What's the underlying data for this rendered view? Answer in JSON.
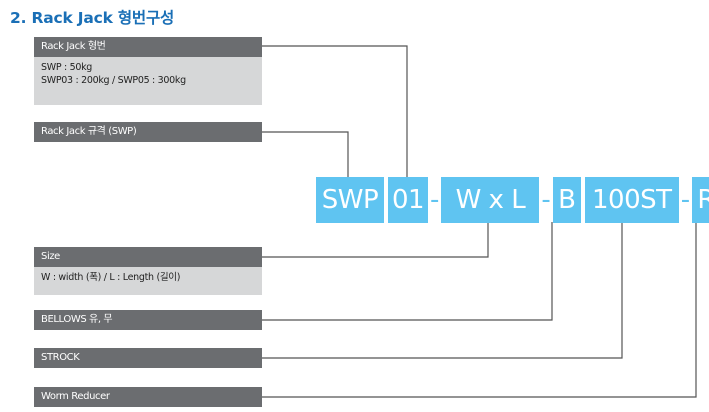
{
  "title": "2. Rack Jack 형번구성",
  "boxes": {
    "model": {
      "header": "Rack Jack 형번",
      "lines": [
        "SWP : 50kg",
        "SWP03 : 200kg / SWP05 : 300kg"
      ]
    },
    "spec": {
      "header": "Rack Jack 규격 (SWP)"
    },
    "size": {
      "header": "Size",
      "lines": [
        "W : width (폭) / L : Length (길이)"
      ]
    },
    "bellows": {
      "header": "BELLOWS 유, 무"
    },
    "strock": {
      "header": "STROCK"
    },
    "worm": {
      "header": "Worm Reducer"
    }
  },
  "code": {
    "seg1": "SWP",
    "seg2": "01",
    "sep1": "-",
    "seg3": "W x L",
    "sep2": "-",
    "seg4": "B",
    "seg5": "100ST",
    "sep3": "-",
    "seg6": "R"
  },
  "colors": {
    "title": "#1a6fb6",
    "header_bg": "#6b6d70",
    "body_bg": "#d6d7d8",
    "code_bg": "#5fc4f1",
    "line": "#555555"
  }
}
